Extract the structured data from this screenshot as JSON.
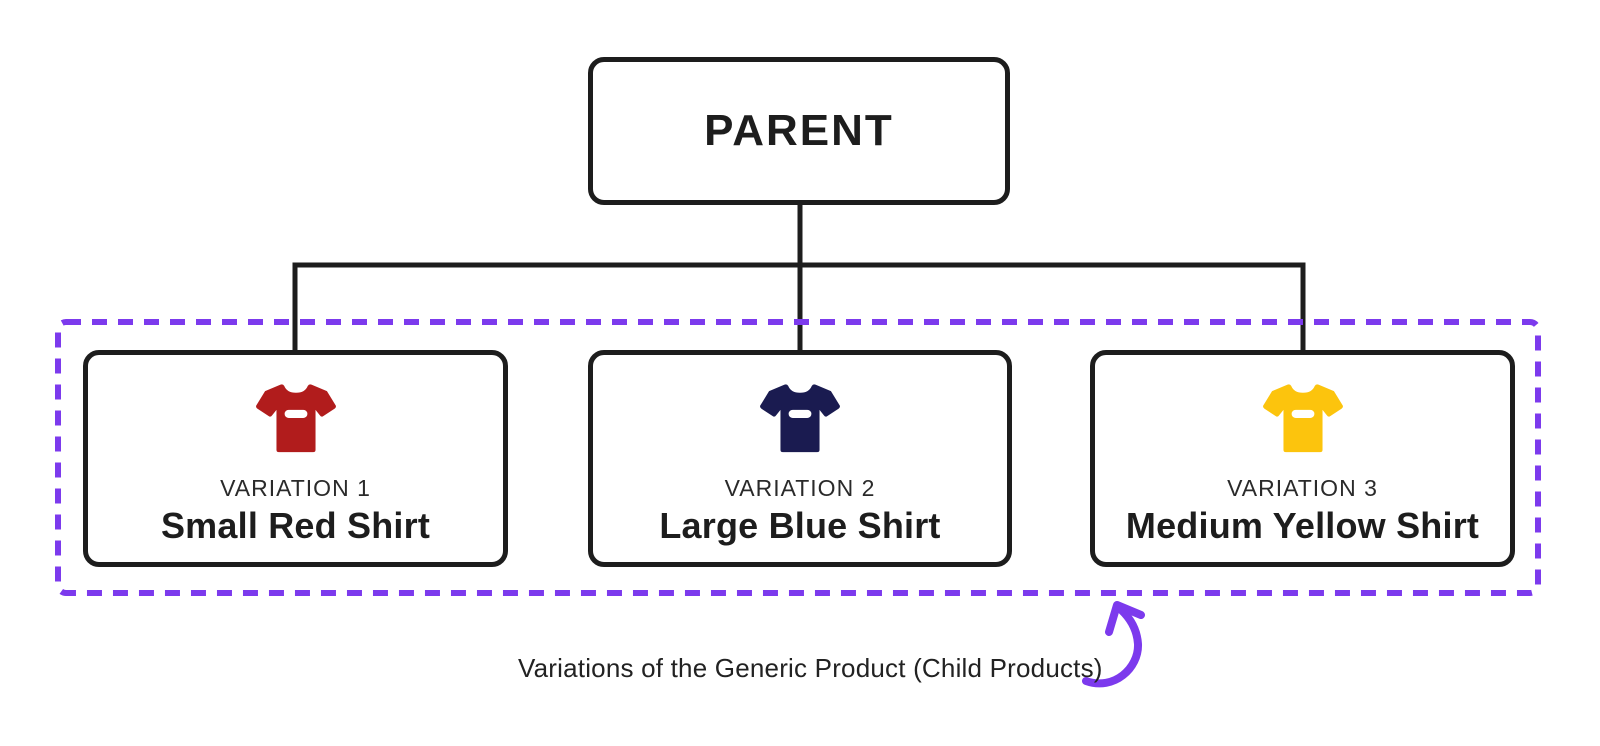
{
  "parent": {
    "label": "PARENT"
  },
  "children": [
    {
      "variation_label": "VARIATION 1",
      "name": "Small Red Shirt",
      "shirt_color": "#b11c1c"
    },
    {
      "variation_label": "VARIATION 2",
      "name": "Large Blue Shirt",
      "shirt_color": "#1a1b50"
    },
    {
      "variation_label": "VARIATION 3",
      "name": "Medium Yellow Shirt",
      "shirt_color": "#fcc40d"
    }
  ],
  "annotation": {
    "caption": "Variations of the Generic Product (Child Products)",
    "accent_color": "#7c3aed"
  },
  "line_color": "#1d1d1d"
}
